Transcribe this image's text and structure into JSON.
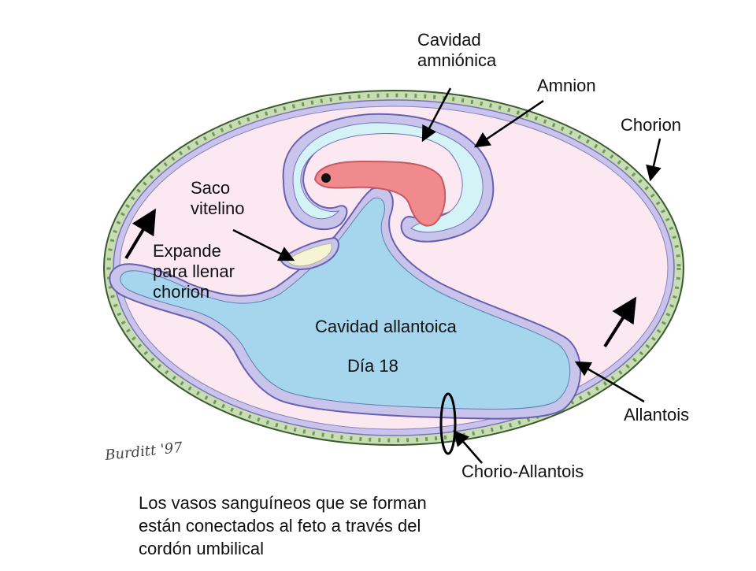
{
  "labels": {
    "amniotic_cavity": "Cavidad\namniónica",
    "amnion": "Amnion",
    "chorion": "Chorion",
    "yolk_sac": "Saco\nvitelino",
    "expands": "Expande\npara llenar\nchorion",
    "allantoic_cavity": "Cavidad allantoica",
    "day": "Día 18",
    "allantois": "Allantois",
    "chorio_allantois": "Chorio-Allantois",
    "caption": "Los vasos sanguíneos que se forman\nestán conectados al feto a través del\ncordón umbilical"
  },
  "signature": "Burditt '97",
  "colors": {
    "chorion_ring": "#c8ddb4",
    "chorion_border": "#3a5a30",
    "outer_membrane": "#c9c4ec",
    "exocoelom": "#fbe8f0",
    "allantoic_fluid": "#a6d6ee",
    "amniotic_fluid": "#d4f3f6",
    "embryo": "#f08a8c",
    "yolk": "#f6f4d2",
    "arrow": "#000000"
  }
}
